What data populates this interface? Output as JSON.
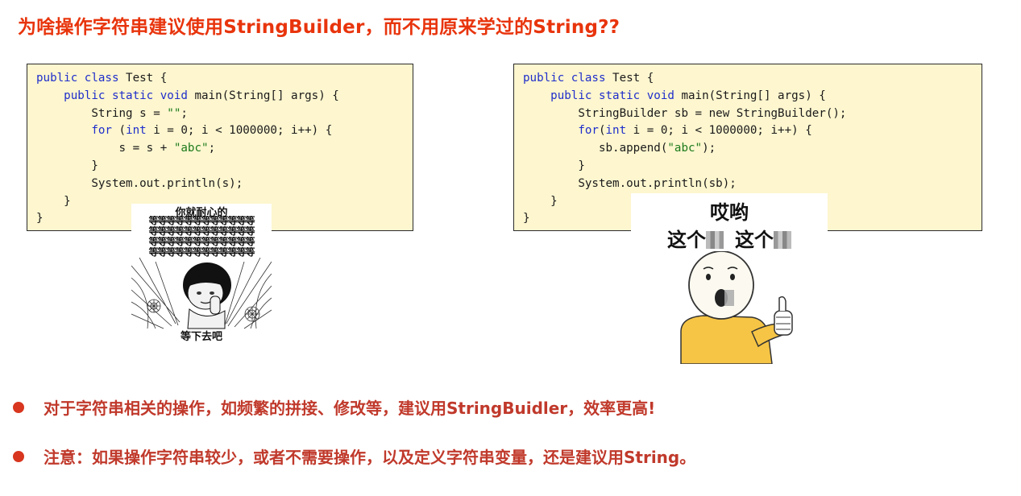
{
  "title": "为啥操作字符串建议使用StringBuilder，而不用原来学过的String??",
  "code_left": {
    "lines": [
      [
        {
          "t": "public class",
          "c": "kw"
        },
        {
          "t": " Test {",
          "c": ""
        }
      ],
      [
        {
          "t": "    ",
          "c": ""
        },
        {
          "t": "public static void",
          "c": "kw"
        },
        {
          "t": " main(String[] args) {",
          "c": ""
        }
      ],
      [
        {
          "t": "        String s = ",
          "c": ""
        },
        {
          "t": "\"\"",
          "c": "str"
        },
        {
          "t": ";",
          "c": ""
        }
      ],
      [
        {
          "t": "        ",
          "c": ""
        },
        {
          "t": "for",
          "c": "kw"
        },
        {
          "t": " (",
          "c": ""
        },
        {
          "t": "int",
          "c": "kw"
        },
        {
          "t": " i = 0; i < 1000000; i++) {",
          "c": ""
        }
      ],
      [
        {
          "t": "            s = s + ",
          "c": ""
        },
        {
          "t": "\"abc\"",
          "c": "str"
        },
        {
          "t": ";",
          "c": ""
        }
      ],
      [
        {
          "t": "        }",
          "c": ""
        }
      ],
      [
        {
          "t": "        System.out.println(s);",
          "c": ""
        }
      ],
      [
        {
          "t": "    }",
          "c": ""
        }
      ],
      [
        {
          "t": "}",
          "c": ""
        }
      ]
    ]
  },
  "code_right": {
    "lines": [
      [
        {
          "t": "public class",
          "c": "kw"
        },
        {
          "t": " Test {",
          "c": ""
        }
      ],
      [
        {
          "t": "    ",
          "c": ""
        },
        {
          "t": "public static void",
          "c": "kw"
        },
        {
          "t": " main(String[] args) {",
          "c": ""
        }
      ],
      [
        {
          "t": "        StringBuilder sb = new StringBuilder();",
          "c": ""
        }
      ],
      [
        {
          "t": "        ",
          "c": ""
        },
        {
          "t": "for",
          "c": "kw"
        },
        {
          "t": "(",
          "c": ""
        },
        {
          "t": "int",
          "c": "kw"
        },
        {
          "t": " i = 0; i < 1000000; i++) {",
          "c": ""
        }
      ],
      [
        {
          "t": "           sb.append(",
          "c": ""
        },
        {
          "t": "\"abc\"",
          "c": "str"
        },
        {
          "t": ");",
          "c": ""
        }
      ],
      [
        {
          "t": "        }",
          "c": ""
        }
      ],
      [
        {
          "t": "        System.out.println(sb);",
          "c": ""
        }
      ],
      [
        {
          "t": "    }",
          "c": ""
        }
      ],
      [
        {
          "t": "}",
          "c": ""
        }
      ]
    ]
  },
  "meme_left": {
    "top_text": "你就耐心的",
    "wait_rows": [
      "等等等等等等等等等等等等",
      "等等等等等等等等等等等等",
      "等等等等等等等等等等等等",
      "等等等等等等等等等等等等"
    ],
    "bottom_text": "等下去吧"
  },
  "meme_right": {
    "line1": "哎哟",
    "line2a": "这个",
    "line2b": "这个"
  },
  "bullets": [
    "对于字符串相关的操作，如频繁的拼接、修改等，建议用StringBuidler，效率更高!",
    "注意：如果操作字符串较少，或者不需要操作，以及定义字符串变量，还是建议用String。"
  ],
  "colors": {
    "title": "#e8340c",
    "bullet": "#c0392b",
    "code_bg": "#fdf6cf",
    "keyword": "#1f2ecb",
    "string": "#1b7a1b"
  }
}
